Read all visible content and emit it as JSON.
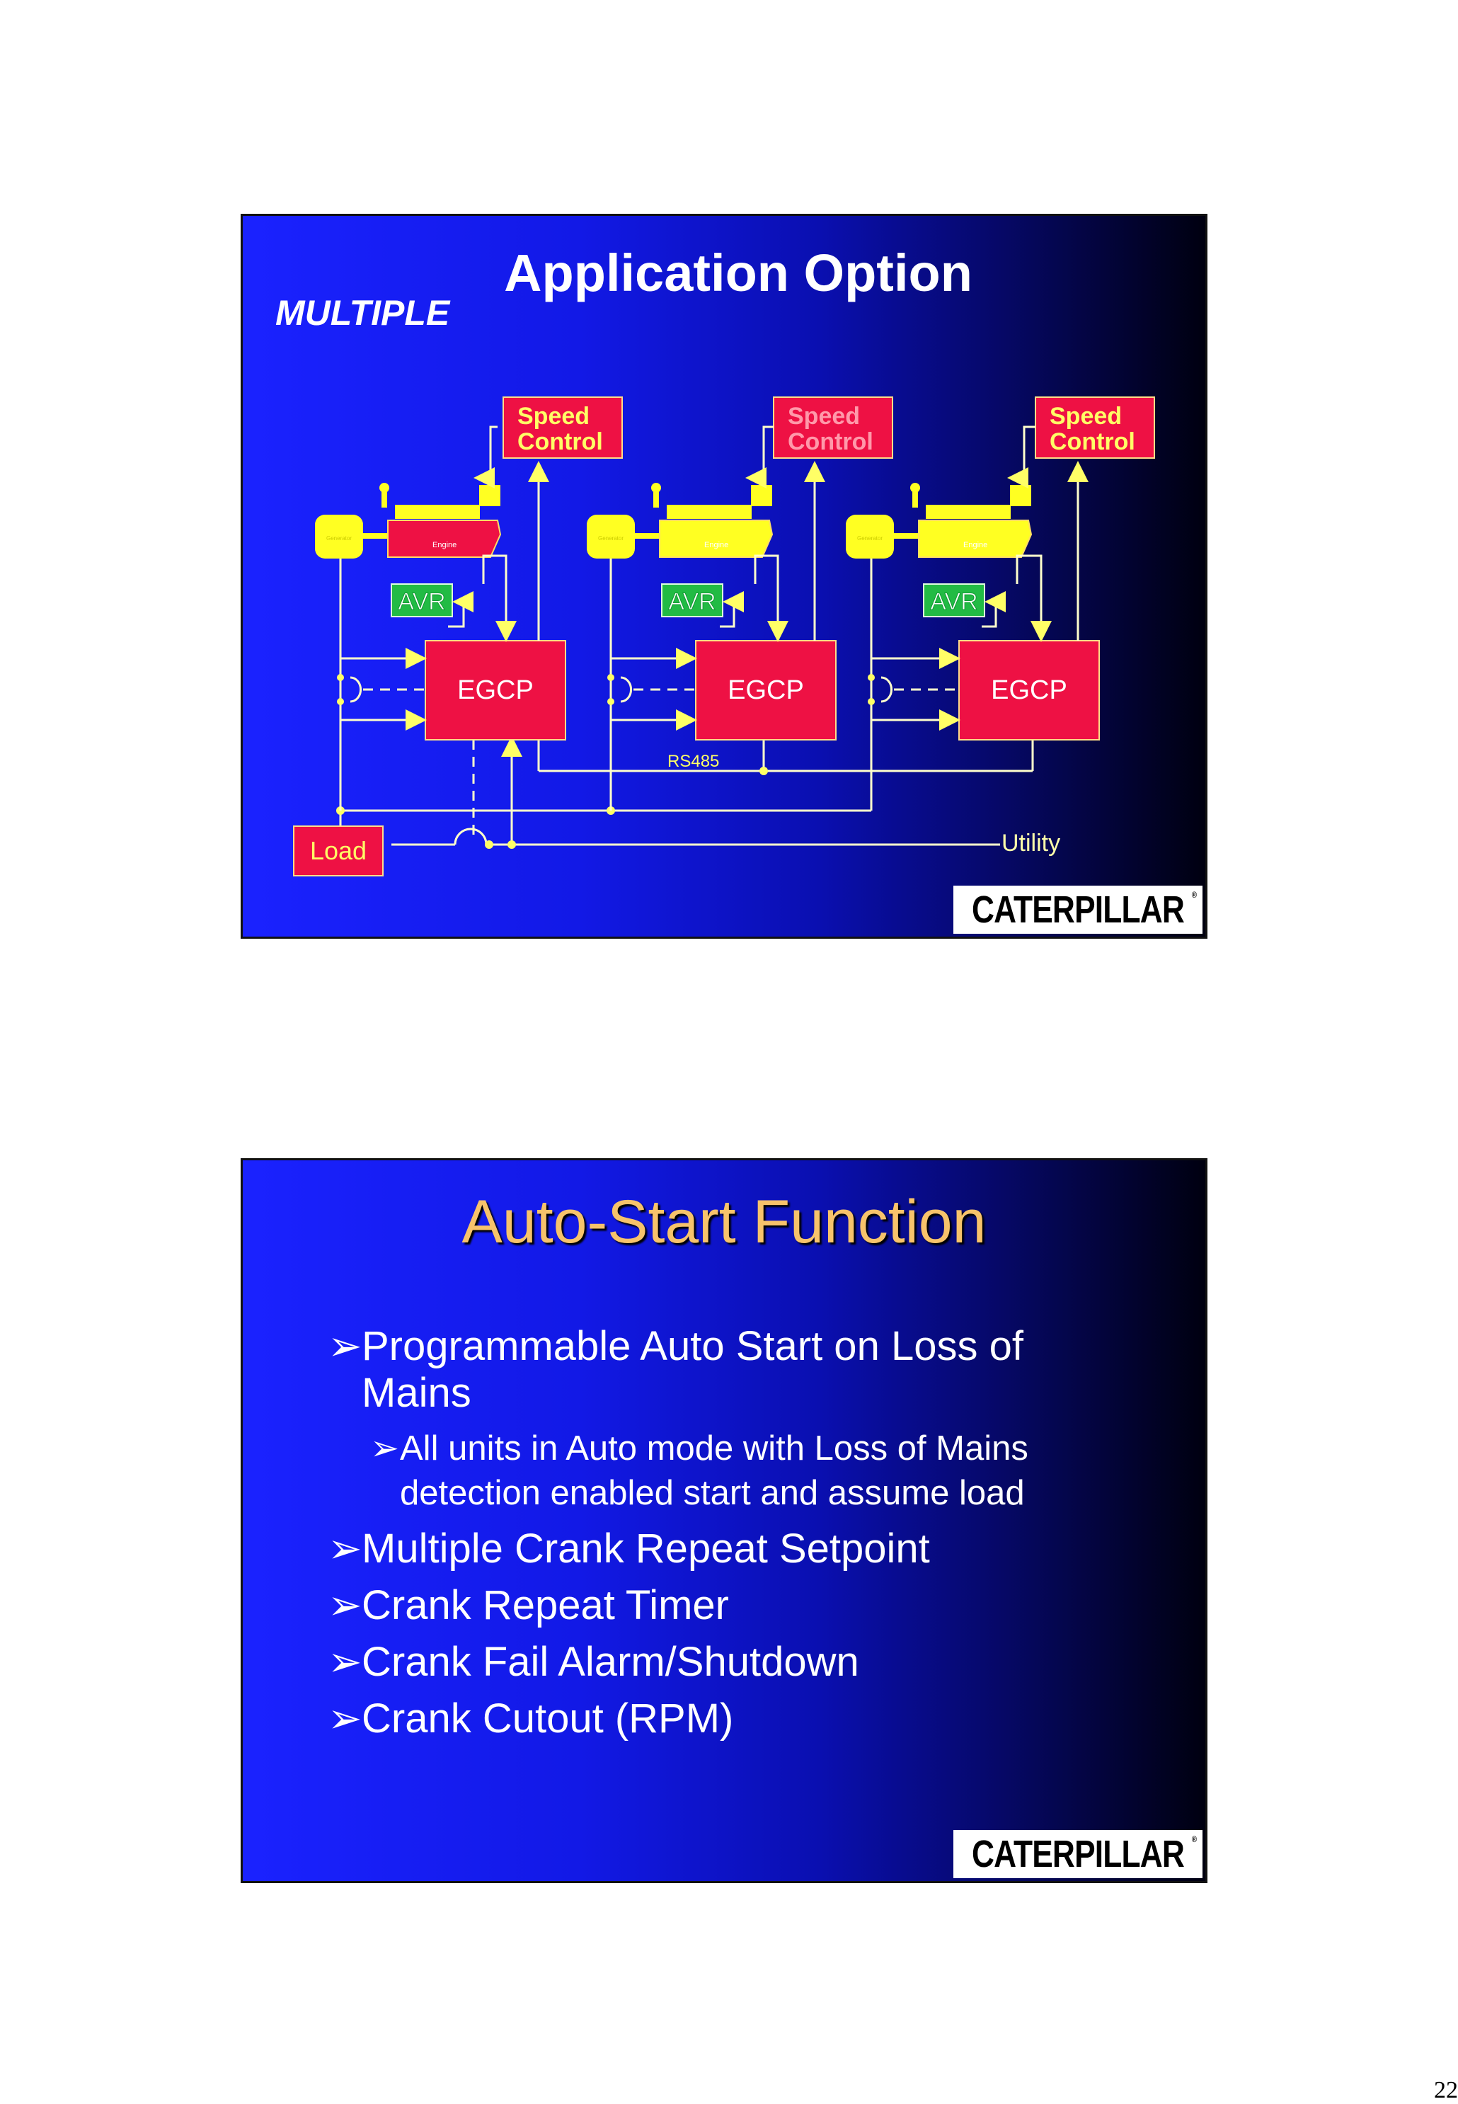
{
  "slide1": {
    "title": "Application Option",
    "subtitle": "MULTIPLE",
    "speed_control_line1": "Speed",
    "speed_control_line2": "Control",
    "generator_label": "Generator",
    "engine_label": "Engine",
    "avr_label": "AVR",
    "egcp_label": "EGCP",
    "rs485_label": "RS485",
    "load_label": "Load",
    "utility_label": "Utility",
    "logo": "CATERPILLAR"
  },
  "slide2": {
    "title": "Auto-Start Function",
    "bullets": [
      {
        "text": "Programmable Auto Start on Loss of Mains",
        "level": 1
      },
      {
        "text": "All units in Auto mode with Loss of Mains detection enabled start and assume load",
        "level": 2
      },
      {
        "text": "Multiple Crank Repeat Setpoint",
        "level": 1
      },
      {
        "text": "Crank Repeat Timer",
        "level": 1
      },
      {
        "text": "Crank Fail Alarm/Shutdown",
        "level": 1
      },
      {
        "text": "Crank Cutout (RPM)",
        "level": 1
      }
    ],
    "logo": "CATERPILLAR"
  },
  "colors": {
    "slide_blue": "#1a22ff",
    "box_red": "#ee1144",
    "box_green": "#22bb44",
    "diagram_yellow": "#ffff22",
    "title_gold": "#f7c36b"
  },
  "page_number": "22"
}
